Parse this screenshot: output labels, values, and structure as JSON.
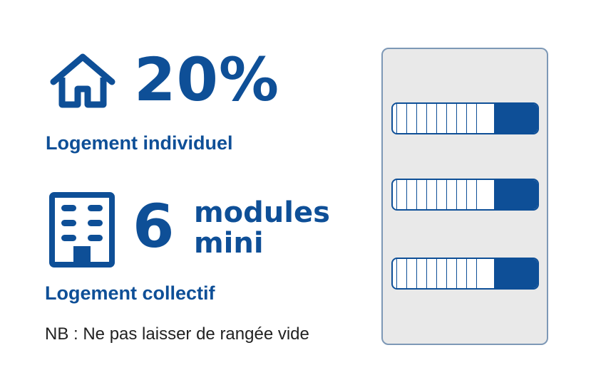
{
  "individual": {
    "icon": "house-icon",
    "percentage": "20%",
    "label": "Logement individuel"
  },
  "collective": {
    "icon": "apartment-building-icon",
    "count": "6",
    "unit_line1": "modules",
    "unit_line2": "mini",
    "label": "Logement collectif"
  },
  "note": "NB : Ne pas laisser de rangée vide",
  "cabinet": {
    "icon": "cabinet-slots-illustration",
    "slots": [
      {
        "fill_fraction": 0.3
      },
      {
        "fill_fraction": 0.3
      },
      {
        "fill_fraction": 0.3
      }
    ]
  },
  "colors": {
    "brand_blue": "#0e4f97",
    "cabinet_background": "#e9e9e9",
    "cabinet_border": "#7d98b6",
    "note_text": "#222222"
  }
}
